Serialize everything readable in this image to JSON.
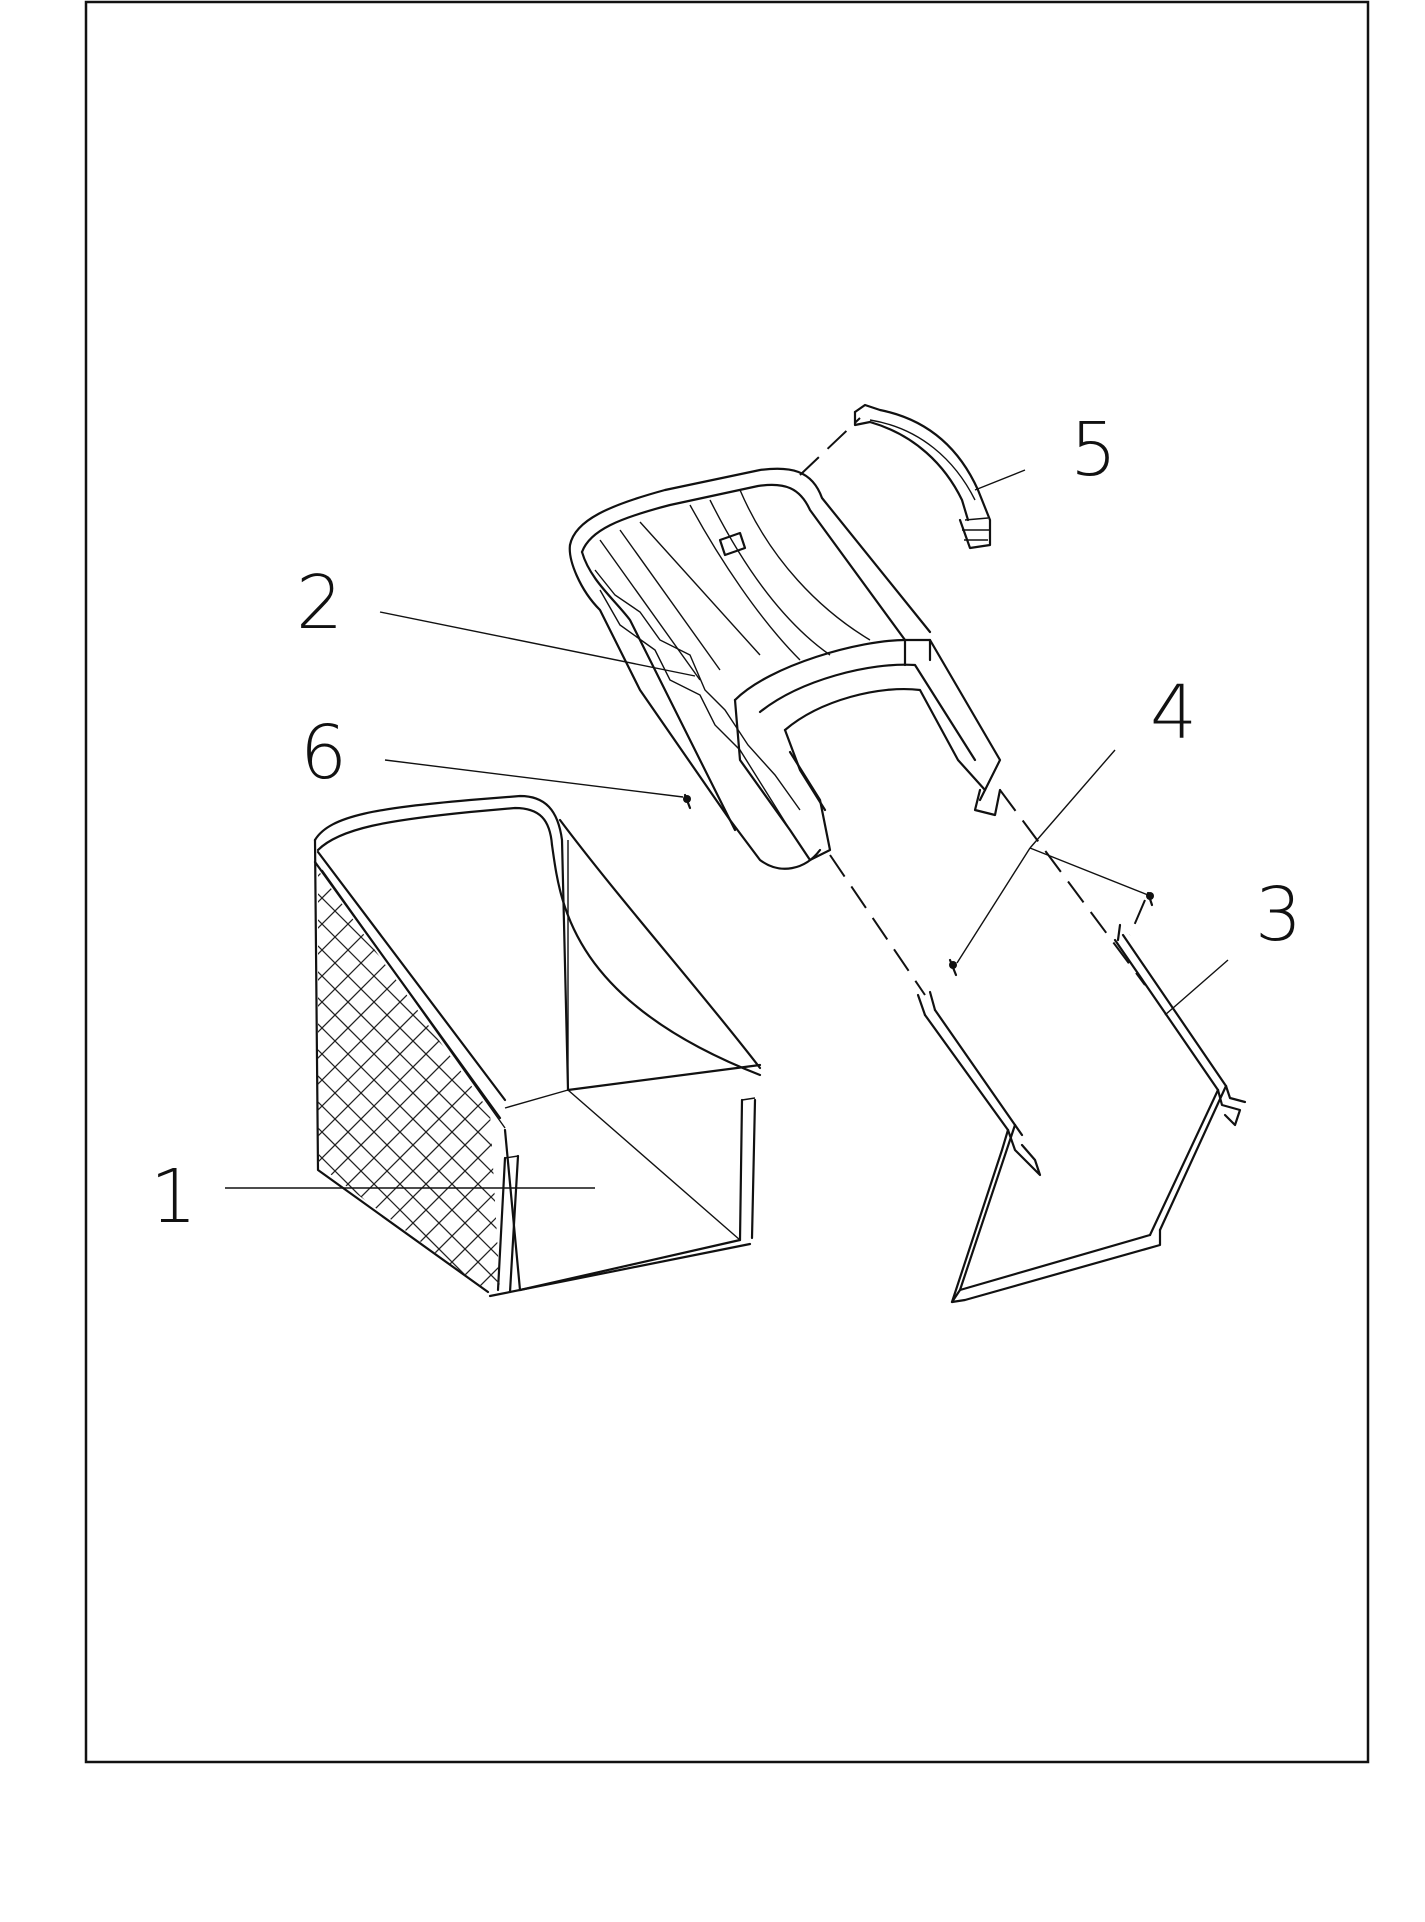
{
  "drawing": {
    "border_color": "#111111",
    "background": "#ffffff"
  },
  "callouts": [
    {
      "id": "1",
      "label": "1",
      "part": "grass-bag"
    },
    {
      "id": "2",
      "label": "2",
      "part": "bag-cover"
    },
    {
      "id": "3",
      "label": "3",
      "part": "bag-frame"
    },
    {
      "id": "4",
      "label": "4",
      "part": "frame-screw"
    },
    {
      "id": "5",
      "label": "5",
      "part": "cover-handle"
    },
    {
      "id": "6",
      "label": "6",
      "part": "bag-screw"
    }
  ]
}
